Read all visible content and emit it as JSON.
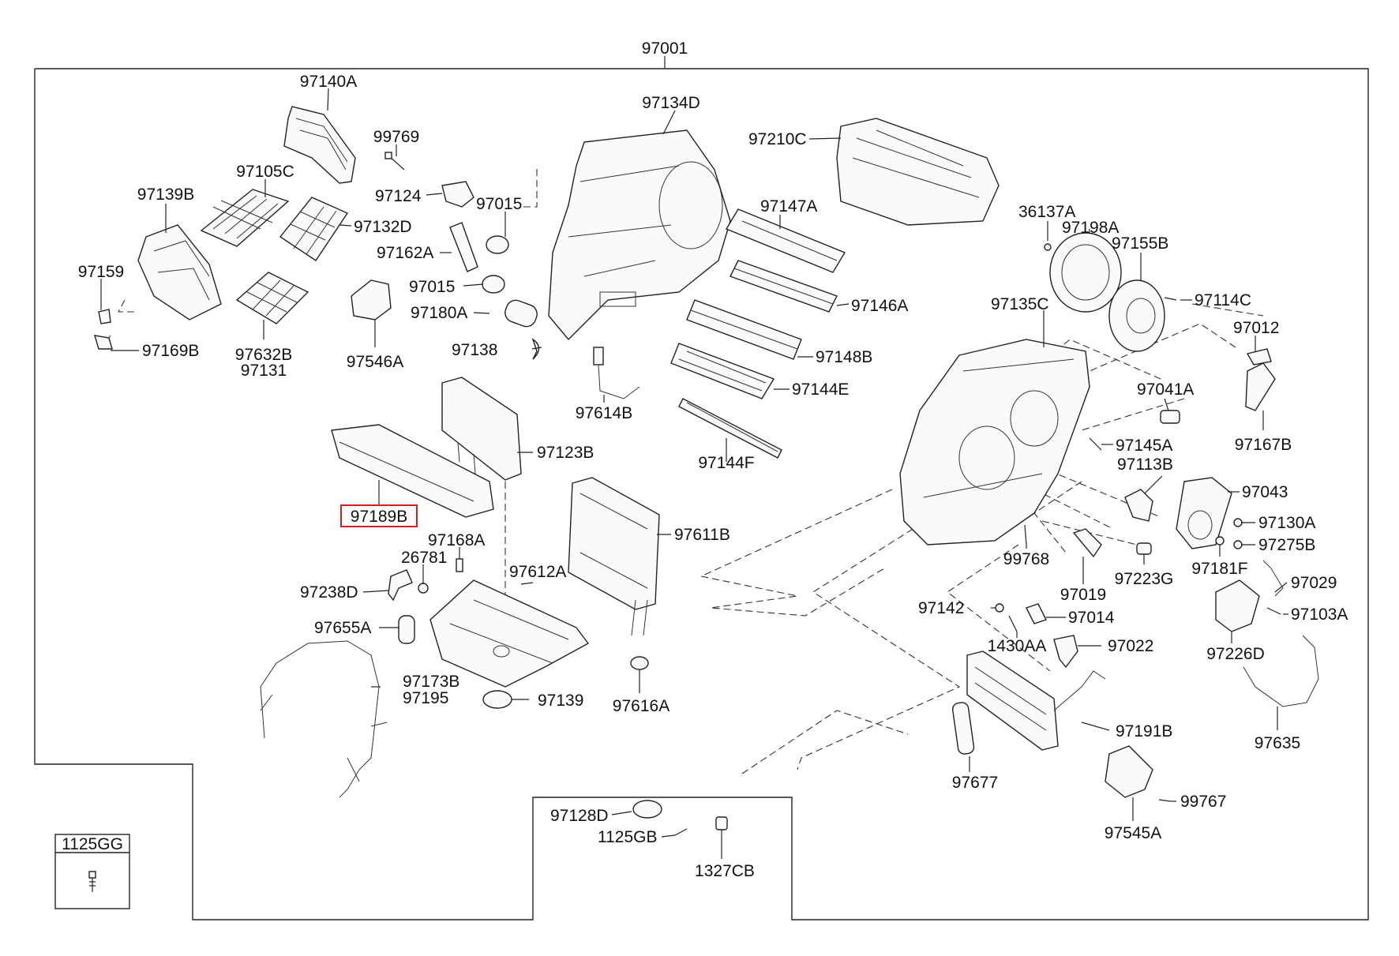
{
  "diagram": {
    "assembly_number": "97001",
    "highlighted_part": "97189B",
    "legend_box_label": "1125GG",
    "labels": {
      "p97140A": "97140A",
      "p97134D": "97134D",
      "p99769": "99769",
      "p97105C": "97105C",
      "p97210C": "97210C",
      "p97139B": "97139B",
      "p97124": "97124",
      "p97015a": "97015",
      "p97132D": "97132D",
      "p97147A": "97147A",
      "p36137A": "36137A",
      "p97198A": "97198A",
      "p97155B": "97155B",
      "p97162A": "97162A",
      "p97159": "97159",
      "p97015b": "97015",
      "p97146A": "97146A",
      "p97114C": "97114C",
      "p97135C": "97135C",
      "p97180A": "97180A",
      "p97012": "97012",
      "p97169B": "97169B",
      "p97632B": "97632B",
      "p97131": "97131",
      "p97138": "97138",
      "p97546A": "97546A",
      "p97148B": "97148B",
      "p97144E": "97144E",
      "p97041A": "97041A",
      "p97614B": "97614B",
      "p97145A": "97145A",
      "p97167B": "97167B",
      "p97123B": "97123B",
      "p97144F": "97144F",
      "p97113B": "97113B",
      "p97043": "97043",
      "p97189B": "97189B",
      "p97130A": "97130A",
      "p97611B": "97611B",
      "p97168A": "97168A",
      "p97275B": "97275B",
      "p26781": "26781",
      "p97612A": "97612A",
      "p99768": "99768",
      "p97223G": "97223G",
      "p97181F": "97181F",
      "p97238D": "97238D",
      "p97019": "97019",
      "p97029": "97029",
      "p97142": "97142",
      "p97014": "97014",
      "p97103A": "97103A",
      "p97655A": "97655A",
      "p1430AA": "1430AA",
      "p97022": "97022",
      "p97226D": "97226D",
      "p97173B": "97173B",
      "p97195": "97195",
      "p97139": "97139",
      "p97616A": "97616A",
      "p97191B": "97191B",
      "p97635": "97635",
      "p97677": "97677",
      "p99767": "99767",
      "p97128D": "97128D",
      "p1125GB": "1125GB",
      "p97545A": "97545A",
      "p1327CB": "1327CB"
    }
  }
}
